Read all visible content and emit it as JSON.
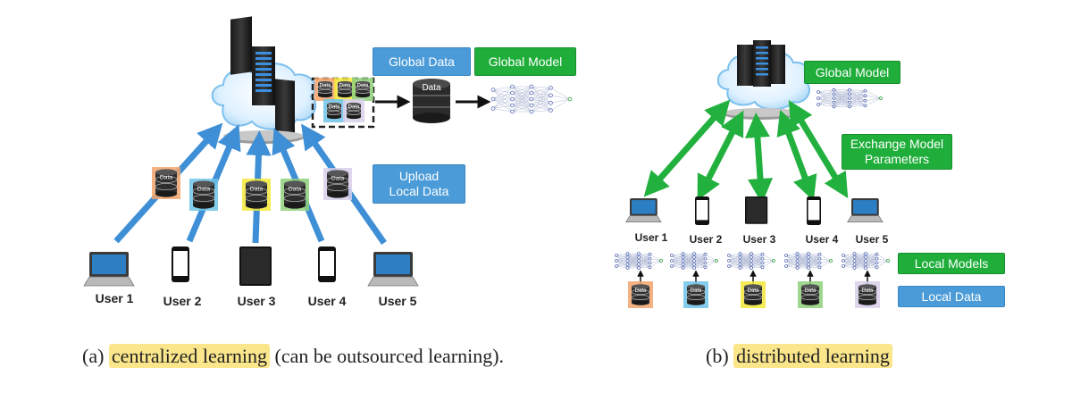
{
  "centralized": {
    "global_data": "Global Data",
    "global_model": "Global Model",
    "upload_local_data": [
      "Upload",
      "Local Data"
    ],
    "users": [
      "User 1",
      "User 2",
      "User 3",
      "User 4",
      "User 5"
    ],
    "db_label": "Data",
    "caption_prefix": "(a) ",
    "caption_highlight": "centralized learning",
    "caption_suffix": " (can be outsourced learning)."
  },
  "distributed": {
    "global_model": "Global Model",
    "exchange": [
      "Exchange Model",
      "Parameters"
    ],
    "users": [
      "User 1",
      "User 2",
      "User 3",
      "User 4",
      "User 5"
    ],
    "local_models": "Local Models",
    "local_data": "Local Data",
    "db_label": "Data",
    "caption_prefix": "(b) ",
    "caption_highlight": "distributed learning"
  },
  "colors": {
    "blue_label": "#4a9bd8",
    "green_label": "#1fae3a",
    "arrow_blue": "#3f8fd6",
    "arrow_green": "#22b03e",
    "highlight": "#fbe68b"
  }
}
